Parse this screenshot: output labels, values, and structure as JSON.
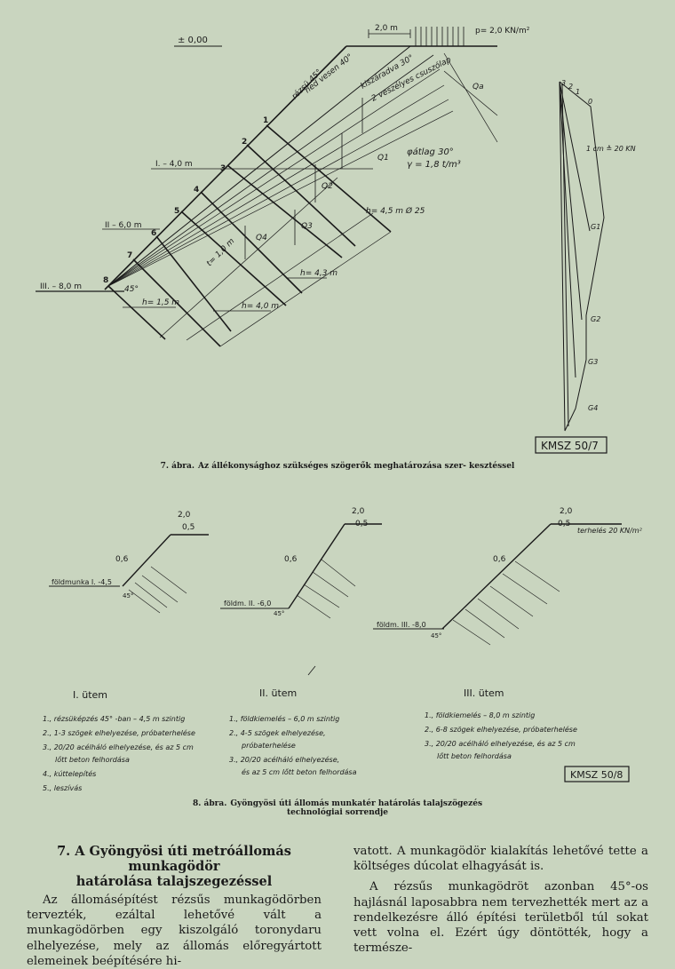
{
  "fig7": {
    "ground_level": "± 0,00",
    "top_width": "2,0 m",
    "surcharge": "p= 2,0 KN/m²",
    "line_labels": [
      "rézsü 45°",
      "ned vesen 40°",
      "kiszáradva 30°",
      "2 veszélyes csuszólap"
    ],
    "levels": [
      "I. – 4,0 m",
      "II – 6,0 m",
      "III. – 8,0 m"
    ],
    "nail_numbers": [
      "1",
      "2",
      "3",
      "4",
      "5",
      "6",
      "7",
      "8"
    ],
    "force_labels": [
      "Q1",
      "Q2",
      "Q3",
      "Q4",
      "Qa"
    ],
    "soil_props": [
      "φátlag 30°",
      "γ = 1,8 t/m³"
    ],
    "nail_lengths": [
      "h= 4,5 m Ø 25",
      "h= 4,3 m",
      "h= 4,0 m",
      "h= 1,5 m"
    ],
    "spacing": "t= 1,0 m",
    "angle_45": "45°",
    "polygon_scale": "1 cm ≙ 20 KN",
    "polygon_labels": [
      "G1",
      "G2",
      "G3",
      "G4",
      "0",
      "1",
      "2",
      "3"
    ],
    "stamp": "KMSZ 50/7",
    "caption_num": "7. ábra.",
    "caption_text": "Az állékonysághoz szükséges szögerők meghatározása szer- kesztéssel"
  },
  "fig8": {
    "top_width": "2,0",
    "offset": "0,5",
    "berm": "0,6",
    "surcharge": "terhelés 20 KN/m²",
    "angle_45": "45°",
    "stages": [
      {
        "level": "földmunka I. -4,5",
        "title": "I. ütem",
        "steps": [
          "1., rézsüképzés 45° -ban – 4,5 m szintig",
          "2., 1-3 szögek elhelyezése, próbaterhelése",
          "3., 20/20 acélháló elhelyezése, és az 5 cm",
          "lőtt beton felhordása",
          "4., kúttelepítés",
          "5., leszívás"
        ]
      },
      {
        "level": "földm. II. -6,0",
        "title": "II. ütem",
        "steps": [
          "1., földkiemelés – 6,0 m szintig",
          "2., 4-5 szögek elhelyezése,",
          "próbaterhelése",
          "3., 20/20 acélháló elhelyezése,",
          "és az 5 cm lőtt beton felhordása"
        ]
      },
      {
        "level": "földm. III. -8,0",
        "title": "III. ütem",
        "steps": [
          "1., földkiemelés – 8,0 m szintig",
          "2., 6-8 szögek elhelyezése, próbaterhelése",
          "3., 20/20 acélháló elhelyezése, és az 5 cm",
          "lőtt beton felhordása"
        ]
      }
    ],
    "stamp": "KMSZ 50/8",
    "caption_num": "8. ábra.",
    "caption_line1": "Gyöngyösi úti állomás munkatér határolás talajszögezés",
    "caption_line2": "technológiai sorrendje"
  },
  "article": {
    "heading_line1": "7. A Gyöngyösi úti metróállomás munkagödör",
    "heading_line2": "határolása talajszegezéssel",
    "col1": "Az állomásépítést rézsűs munkagödörben tervezték, ezáltal lehetővé vált a munkagödörben egy kiszolgáló toronydaru elhelyezése, mely az állomás előregyártott elemeinek beépítésére hi-",
    "col2_p1": "vatott. A munkagödör kialakítás lehetővé tette a költséges dúcolat elhagyását is.",
    "col2_p2": "A rézsűs munkagödröt azonban 45°-os hajlásnál laposabbra nem tervezhették mert az a rendelkezésre álló építési területből túl sokat vett volna el. Ezért úgy döntötték, hogy a természe-"
  }
}
